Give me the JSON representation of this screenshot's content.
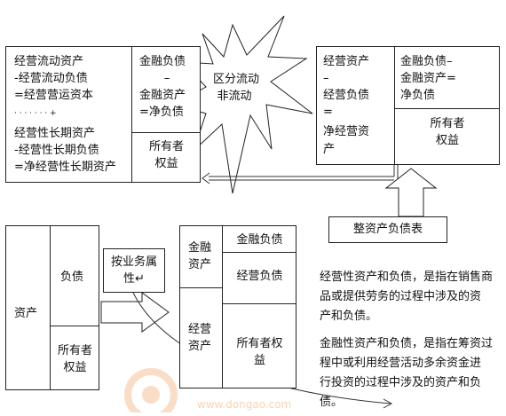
{
  "top_left": {
    "lines": [
      "经营流动资产",
      "-经营流动负债",
      "=经营营运资本",
      "· · · · · · · +",
      "经营性长期资产",
      "-经营性长期负债",
      "=净经营性长期资产"
    ],
    "right_top": [
      "金融负债",
      "–",
      "金融资产",
      "=净负债"
    ],
    "right_bottom": [
      "所有者",
      "权益"
    ]
  },
  "burst": {
    "lines": [
      "区分流动",
      "非流动"
    ]
  },
  "top_right": {
    "left": [
      "经营资产",
      "–",
      "经营负债",
      "=",
      "净经营资",
      "产"
    ],
    "right_top": [
      "金融负债–",
      "金融资产=",
      "净负债"
    ],
    "right_bottom": [
      "所有者",
      "权益"
    ]
  },
  "balance_sheet_label": "整资产负债表",
  "bottom_left": {
    "asset": "资产",
    "liability": "负债",
    "equity": [
      "所有者",
      "权益"
    ]
  },
  "by_business": [
    "按业务属",
    "性↵"
  ],
  "bottom_mid": {
    "fin_asset": [
      "金融",
      "资产"
    ],
    "op_asset": [
      "经营",
      "资产"
    ],
    "fin_liab": "金融负债",
    "op_liab": "经营负债",
    "equity": [
      "所有者权",
      "益"
    ]
  },
  "desc": {
    "p1": [
      "经营性资产和负债，是指在销售商",
      "品或提供劳务的过程中涉及的资",
      "产和负债。"
    ],
    "p2": [
      "金融性资产和负债，是指在筹资过",
      "程中或利用经营活动多余资金进",
      "行投资的过程中涉及的资产和负",
      "债。"
    ]
  },
  "watermark": "www.dongao.com"
}
